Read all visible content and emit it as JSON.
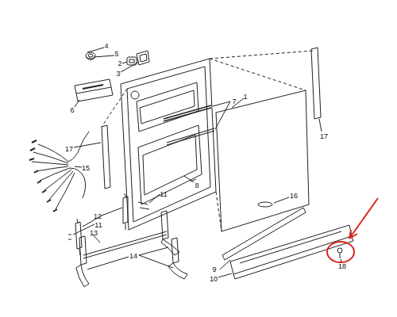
{
  "diagram": {
    "labels": [
      "4",
      "5",
      "2",
      "3",
      "1",
      "7",
      "17",
      "6",
      "17",
      "15",
      "8",
      "16",
      "11",
      "12",
      "11",
      "13",
      "14",
      "9",
      "10",
      "18"
    ]
  }
}
